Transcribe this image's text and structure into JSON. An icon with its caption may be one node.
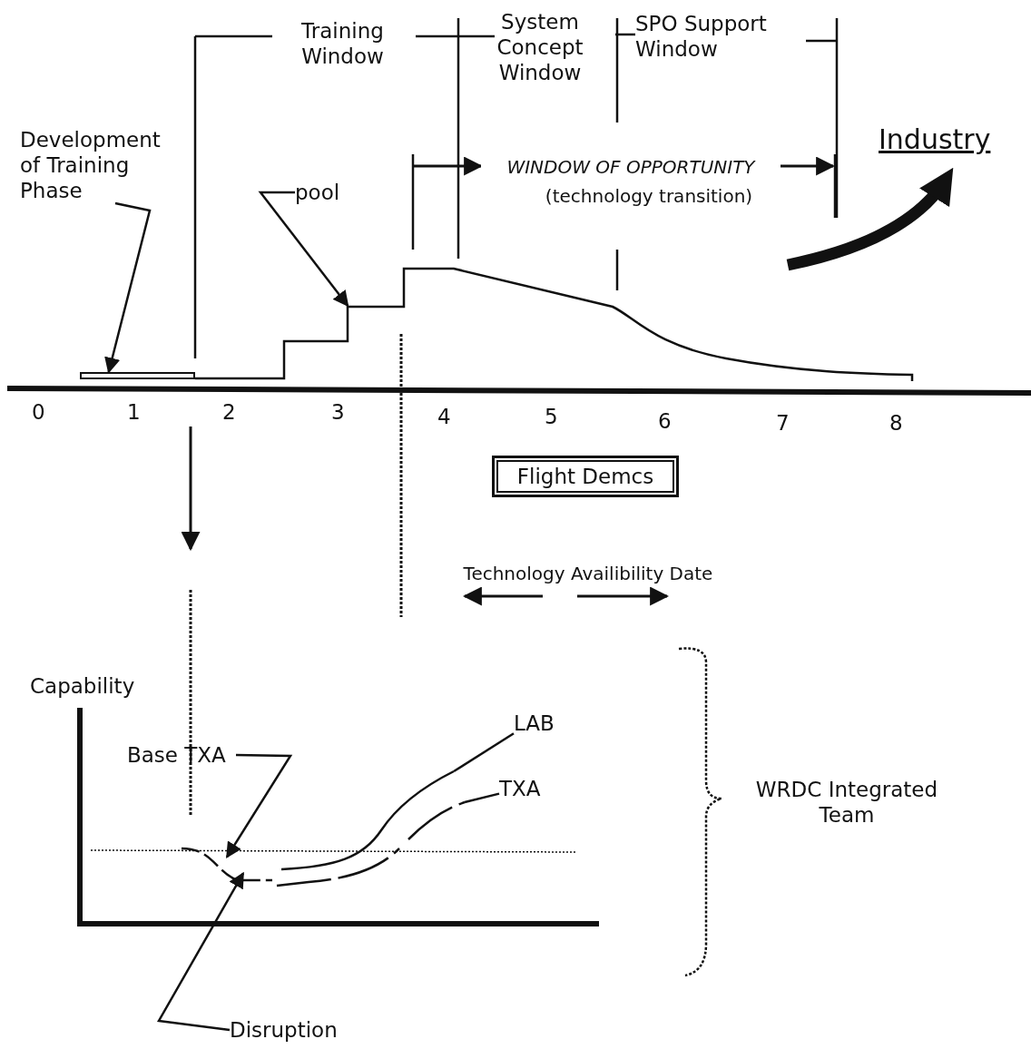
{
  "diagram": {
    "nodes": [
      {
        "text": [
          "Development of Training Phase"
        ]
      },
      {
        "text": [],
        "shape": "bar"
      },
      {
        "text": [
          "pool"
        ]
      },
      {
        "text": [
          "Flight Demcs"
        ]
      },
      {
        "text": [
          "Base TXA"
        ]
      },
      {
        "text": [
          "LAB"
        ]
      },
      {
        "text": [
          "TXA"
        ]
      },
      {
        "text": [
          "Disruption"
        ]
      },
      {
        "text": [],
        "shape": "curve"
      },
      {
        "text": [],
        "shape": "curve"
      },
      {
        "text": [],
        "shape": "curve"
      },
      {
        "text": [],
        "shape": "curve"
      }
    ],
    "edges": [
      {
        "from": 0,
        "to": 1,
        "arrow": "to"
      },
      {
        "from": 2,
        "to": 8,
        "arrow": "to"
      },
      {
        "from": 4,
        "to": 9,
        "arrow": "to"
      },
      {
        "from": 5,
        "to": 10,
        "arrow": "none"
      },
      {
        "from": 6,
        "to": 11,
        "arrow": "none"
      },
      {
        "from": 7,
        "to": 9,
        "arrow": "to"
      }
    ],
    "labels": [
      "Training Window",
      "System Concept Window",
      "SPO Support Window",
      "Industry",
      "WINDOW OF OPPORTUNITY",
      "(technology transition)",
      "0",
      "1",
      "2",
      "3",
      "4",
      "5",
      "6",
      "7",
      "8",
      "Technology Availibility Date",
      "Capability",
      "WRDC Integrated Team"
    ]
  }
}
